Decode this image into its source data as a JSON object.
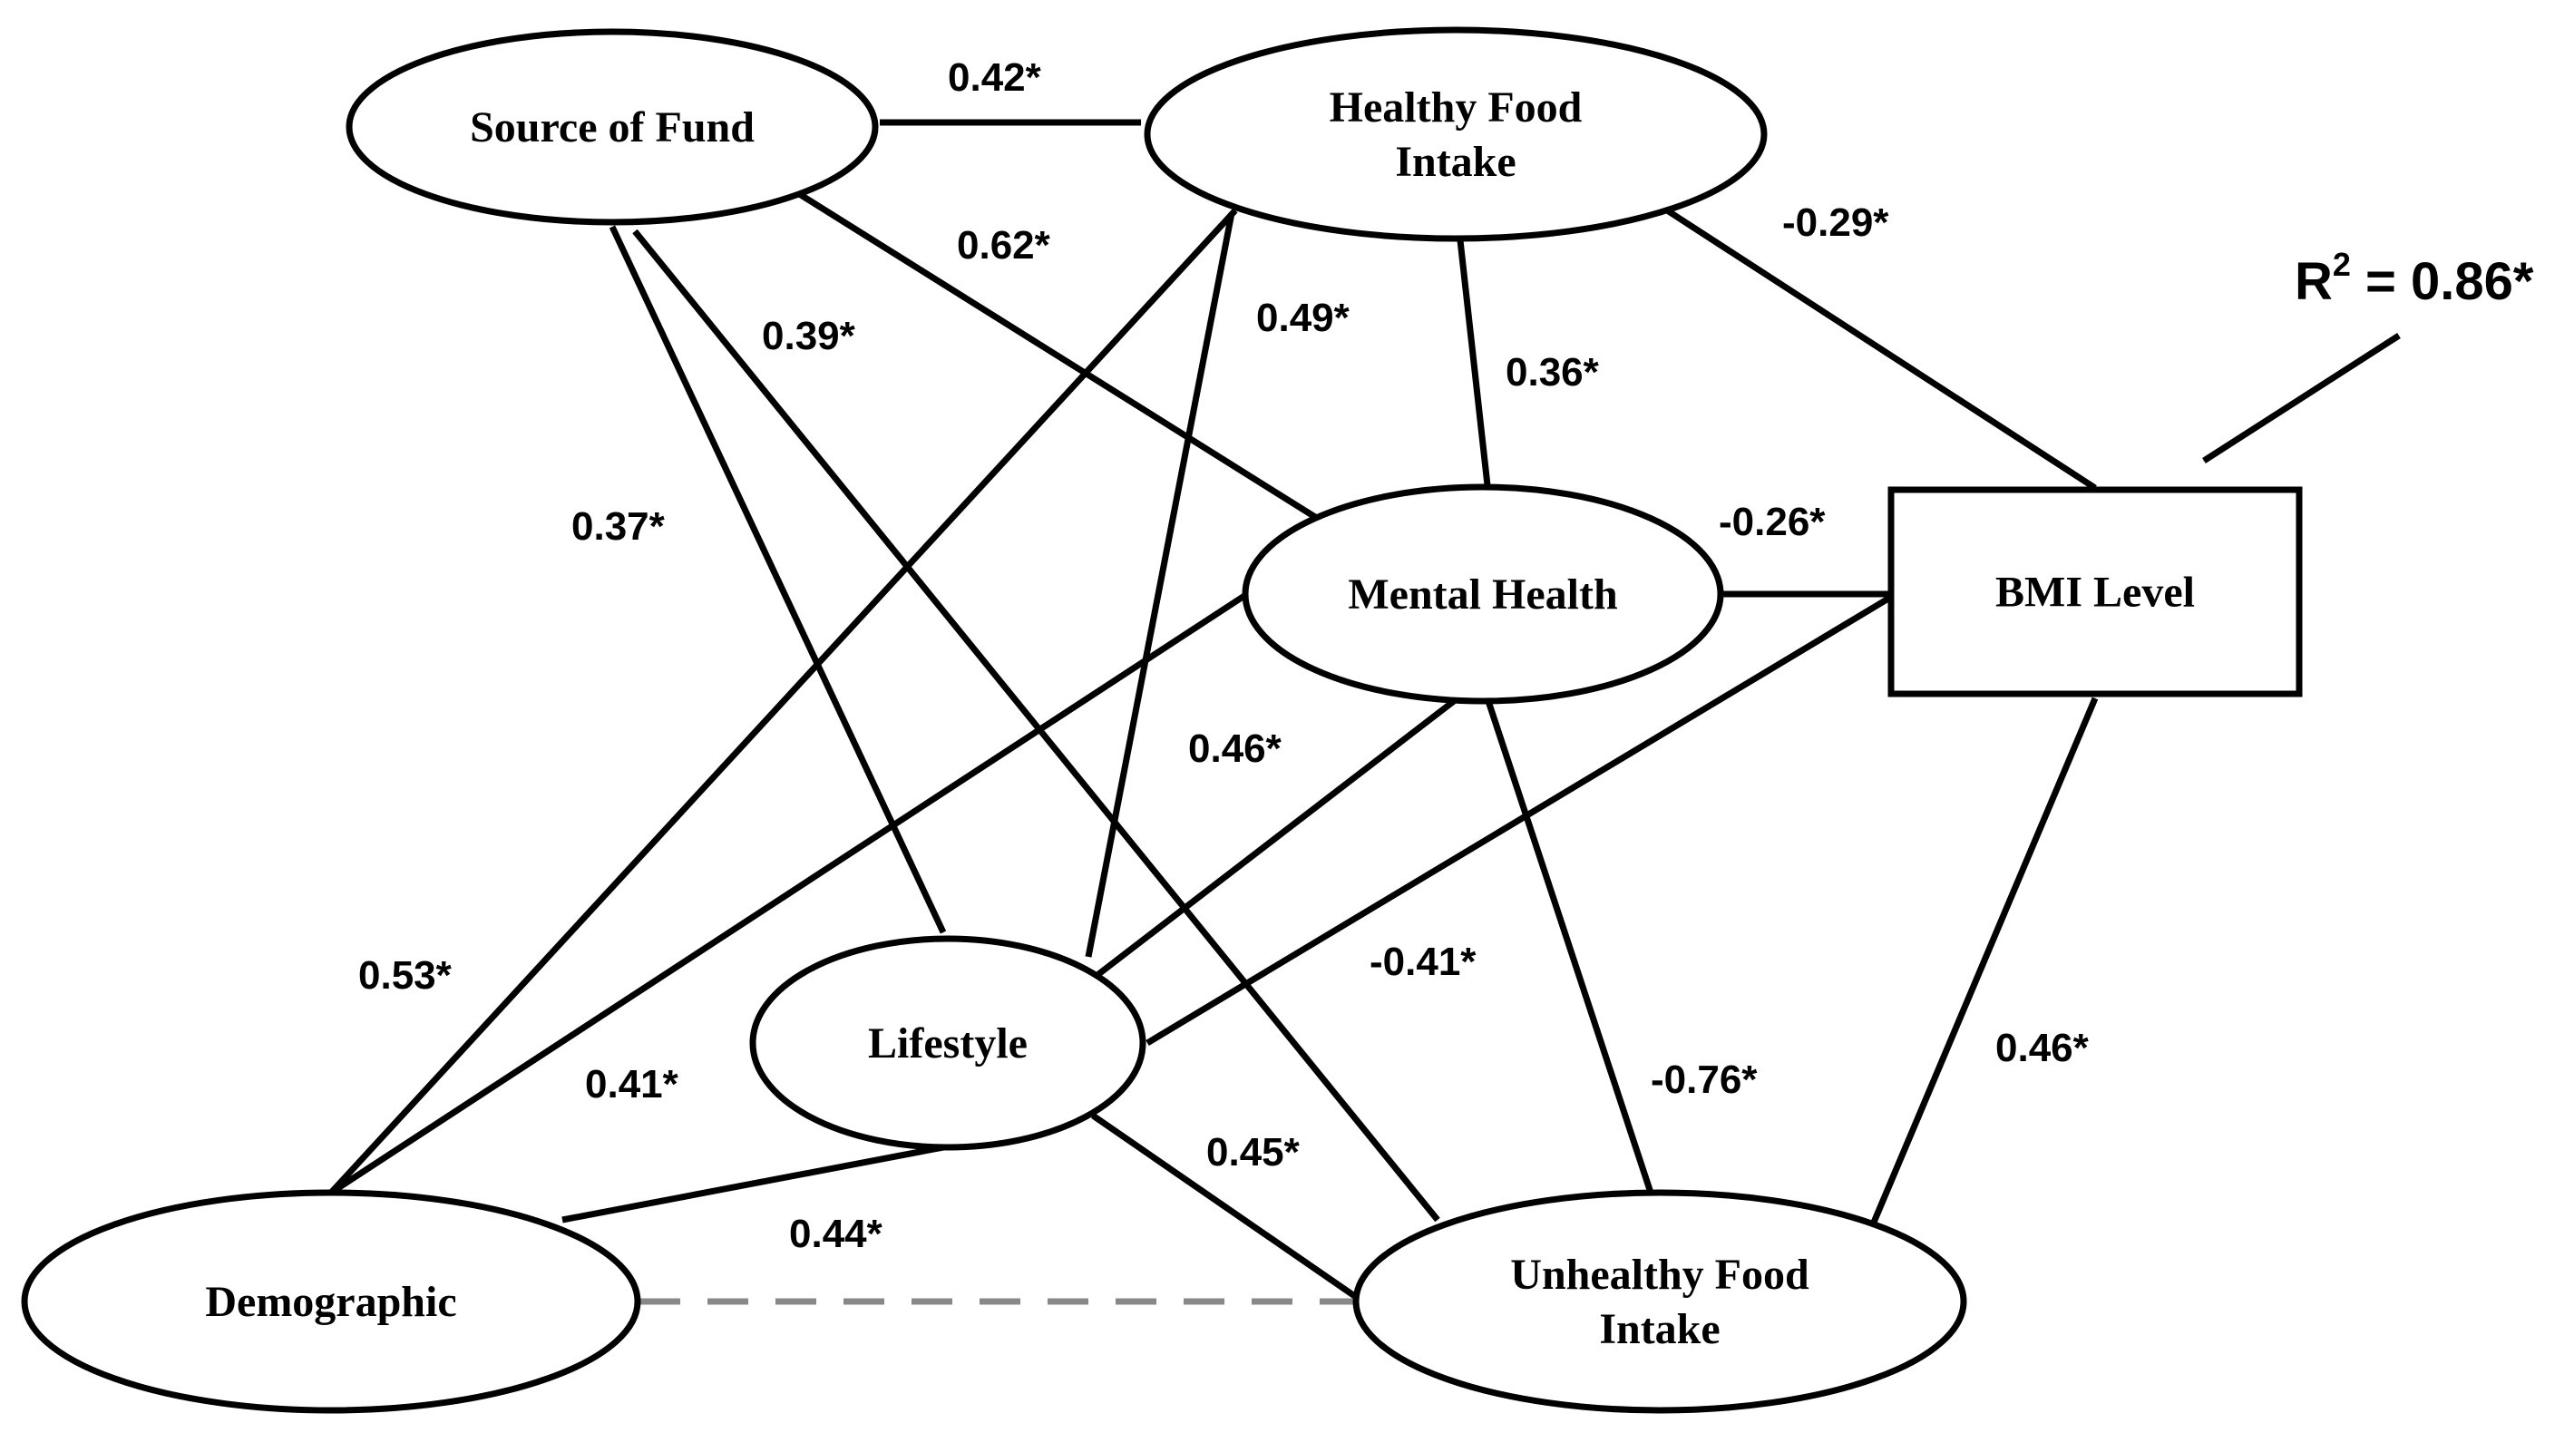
{
  "nodes": [
    {
      "id": "source",
      "label_lines": [
        "Source of Fund"
      ],
      "shape": "ellipse"
    },
    {
      "id": "healthy",
      "label_lines": [
        "Healthy Food",
        "Intake"
      ],
      "shape": "ellipse"
    },
    {
      "id": "mental",
      "label_lines": [
        "Mental Health"
      ],
      "shape": "ellipse"
    },
    {
      "id": "bmi",
      "label_lines": [
        "BMI Level"
      ],
      "shape": "rect"
    },
    {
      "id": "lifestyle",
      "label_lines": [
        "Lifestyle"
      ],
      "shape": "ellipse"
    },
    {
      "id": "demographic",
      "label_lines": [
        "Demographic"
      ],
      "shape": "ellipse"
    },
    {
      "id": "unhealthy",
      "label_lines": [
        "Unhealthy Food",
        "Intake"
      ],
      "shape": "ellipse"
    }
  ],
  "edges": [
    {
      "id": "source-healthy",
      "from": "source",
      "to": "healthy",
      "label": "0.42*"
    },
    {
      "id": "source-mental",
      "from": "source",
      "to": "mental",
      "label": "0.62*"
    },
    {
      "id": "source-unhealthy",
      "from": "source",
      "to": "unhealthy",
      "label": "0.39*"
    },
    {
      "id": "source-lifestyle",
      "from": "source",
      "to": "lifestyle",
      "label": "0.37*"
    },
    {
      "id": "healthy-bmi",
      "from": "healthy",
      "to": "bmi",
      "label": "-0.29*"
    },
    {
      "id": "mental-healthy",
      "from": "mental",
      "to": "healthy",
      "label": "0.36*"
    },
    {
      "id": "lifestyle-healthy",
      "from": "lifestyle",
      "to": "healthy",
      "label": "0.49*"
    },
    {
      "id": "mental-bmi",
      "from": "mental",
      "to": "bmi",
      "label": "-0.26*"
    },
    {
      "id": "lifestyle-mental",
      "from": "lifestyle",
      "to": "mental",
      "label": "0.46*"
    },
    {
      "id": "lifestyle-bmi",
      "from": "lifestyle",
      "to": "bmi",
      "label": "-0.41*"
    },
    {
      "id": "mental-unhealthy",
      "from": "mental",
      "to": "unhealthy",
      "label": "-0.76*"
    },
    {
      "id": "unhealthy-bmi",
      "from": "unhealthy",
      "to": "bmi",
      "label": "0.46*"
    },
    {
      "id": "demographic-healthy",
      "from": "demographic",
      "to": "healthy",
      "label": "0.53*"
    },
    {
      "id": "demographic-mental",
      "from": "demographic",
      "to": "mental",
      "label": "0.41*"
    },
    {
      "id": "demographic-lifestyle",
      "from": "demographic",
      "to": "lifestyle",
      "label": "0.44*"
    },
    {
      "id": "lifestyle-unhealthy",
      "from": "lifestyle",
      "to": "unhealthy",
      "label": "0.45*"
    },
    {
      "id": "demographic-unhealthy",
      "from": "demographic",
      "to": "unhealthy",
      "label": "",
      "style": "dashed"
    }
  ],
  "r_squared": {
    "prefix": "R",
    "superscript": "2",
    "value": " = 0.86*"
  },
  "colors": {
    "line": "#000000",
    "dashed_line": "#888888"
  }
}
